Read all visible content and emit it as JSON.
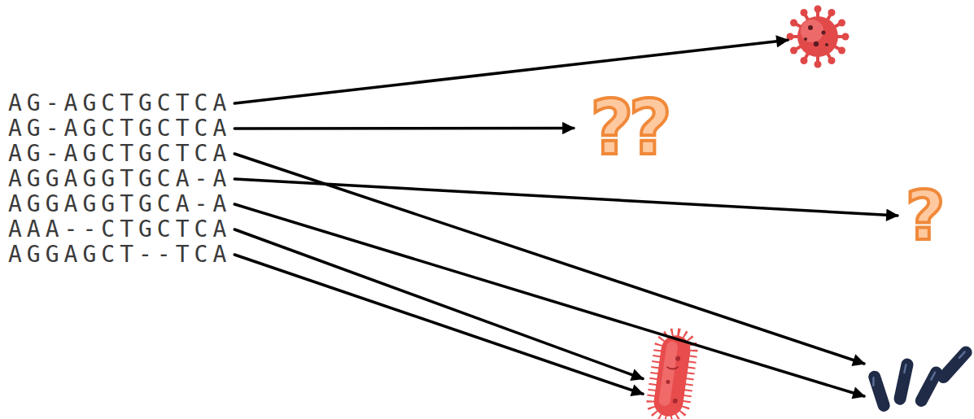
{
  "diagram": {
    "nodes": [
      {
        "text": [
          "AG-AGCTGCTCA"
        ]
      },
      {
        "text": [
          "AG-AGCTGCTCA"
        ]
      },
      {
        "text": [
          "AG-AGCTGCTCA"
        ]
      },
      {
        "text": [
          "AGGAGGTGCA-A"
        ]
      },
      {
        "text": [
          "AGGAGGTGCA-A"
        ]
      },
      {
        "text": [
          "AAA--CTGCTCA"
        ]
      },
      {
        "text": [
          "AGGAGCT--TCA"
        ]
      },
      {
        "text": []
      },
      {
        "text": [
          "??"
        ]
      },
      {
        "text": [
          "?"
        ]
      },
      {
        "text": []
      },
      {
        "text": []
      }
    ],
    "edges": [
      {
        "from": 0,
        "to": 7,
        "arrow": "to"
      },
      {
        "from": 1,
        "to": 8,
        "arrow": "to"
      },
      {
        "from": 2,
        "to": 11,
        "arrow": "to"
      },
      {
        "from": 3,
        "to": 9,
        "arrow": "to"
      },
      {
        "from": 4,
        "to": 11,
        "arrow": "to"
      },
      {
        "from": 5,
        "to": 10,
        "arrow": "to"
      },
      {
        "from": 6,
        "to": 10,
        "arrow": "to"
      }
    ]
  }
}
